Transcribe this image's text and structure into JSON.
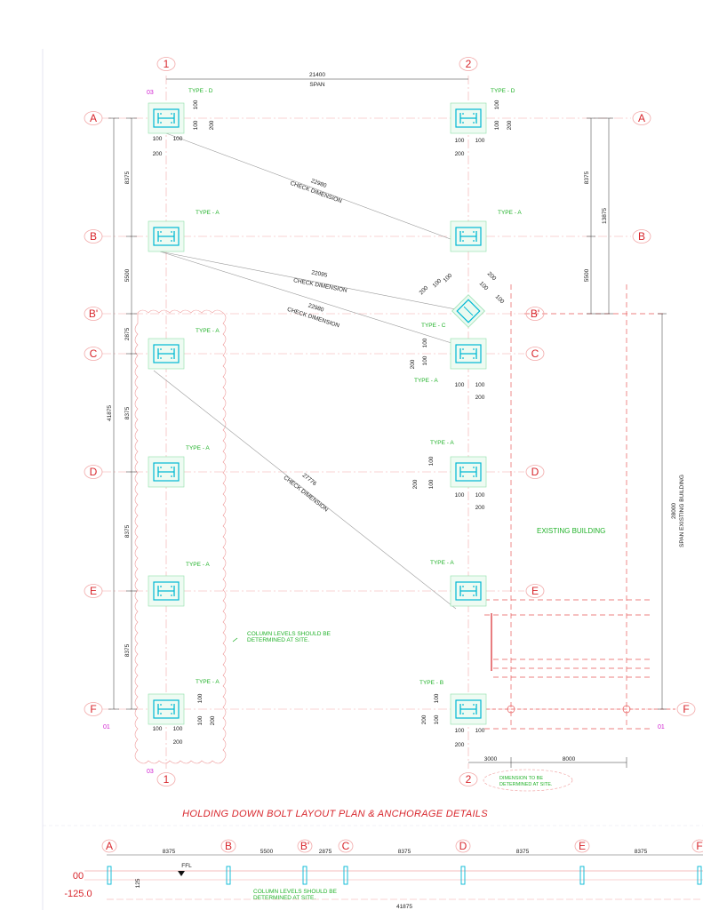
{
  "grid": {
    "columns": [
      "1",
      "2"
    ],
    "rows": [
      "A",
      "B",
      "B'",
      "C",
      "D",
      "E",
      "F"
    ]
  },
  "dimensions": {
    "span_value": "21400",
    "span_label": "SPAN",
    "row_spacing": [
      "8375",
      "5500",
      "2875",
      "8375",
      "8375",
      "8375"
    ],
    "overall": "41875",
    "right_top": "8375",
    "right_mid": "5500",
    "right_total": "13875",
    "existing_span_value": "28000",
    "existing_span_label": "SPAN EXISTING BUILDING",
    "bottom_left": "3000",
    "bottom_right": "8000",
    "base_plate": [
      "100",
      "100",
      "200"
    ]
  },
  "diagonals": [
    {
      "value": "22980",
      "label": "CHECK DIMENSION"
    },
    {
      "value": "22095",
      "label": "CHECK DIMENSION"
    },
    {
      "value": "22980",
      "label": "CHECK DIMENSION"
    },
    {
      "value": "27776",
      "label": "CHECK DIMENSION"
    }
  ],
  "types": {
    "d": "TYPE - D",
    "a": "TYPE - A",
    "b": "TYPE - B",
    "c": "TYPE - C"
  },
  "notes": {
    "column_levels_line1": "COLUMN LEVELS SHOULD BE",
    "column_levels_line2": "DETERMINED AT SITE.",
    "dimension_line1": "DIMENSION TO BE",
    "dimension_line2": "DETERMINED AT SITE.",
    "existing_building": "EXISTING BUILDING"
  },
  "section_refs": {
    "ref03": "03",
    "ref01": "01"
  },
  "title": "HOLDING DOWN BOLT LAYOUT PLAN & ANCHORAGE DETAILS",
  "elevation": {
    "grid": [
      "A",
      "B",
      "B'",
      "C",
      "D",
      "E",
      "F"
    ],
    "spacings": [
      "8375",
      "5500",
      "2875",
      "8375",
      "8375",
      "8375"
    ],
    "overall": "41875",
    "level_code": "00",
    "level_value": "-125.0",
    "ffl": "FFL",
    "small_dim": "125"
  },
  "colors": {
    "grid_line": "#d8262c",
    "column": "#00b8d4",
    "annotation": "#22b22a",
    "section_ref": "#d01fd0",
    "dimension": "#222222"
  }
}
